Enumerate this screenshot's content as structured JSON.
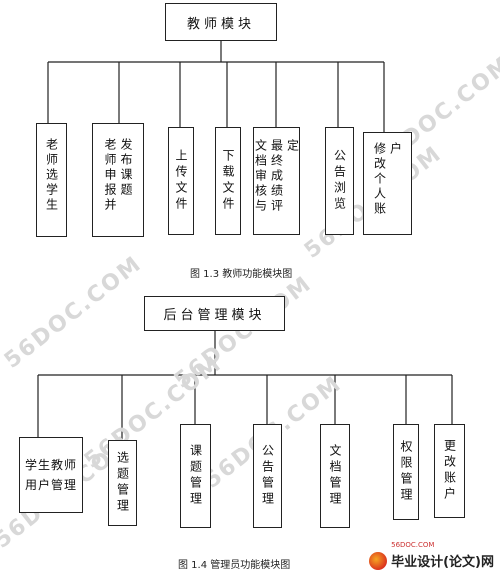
{
  "diagram1": {
    "root": "教师模块",
    "children": [
      "老师选学生",
      "老师申报并发布课题",
      "上传文件",
      "下载文件",
      "文档审核与最终成绩评定",
      "公告浏览",
      "修改个人账户"
    ],
    "caption": "图 1.3 教师功能模块图"
  },
  "diagram2": {
    "root": "后台管理模块",
    "children": [
      "学生教师用户管理",
      "选题管理",
      "课题管理",
      "公告管理",
      "文档管理",
      "权限管理",
      "更改账户"
    ],
    "caption": "图 1.4 管理员功能模块图"
  },
  "watermark": "56DOC.COM",
  "logo": {
    "text": "毕业设计(论文)网",
    "small": "56DOC.COM"
  }
}
